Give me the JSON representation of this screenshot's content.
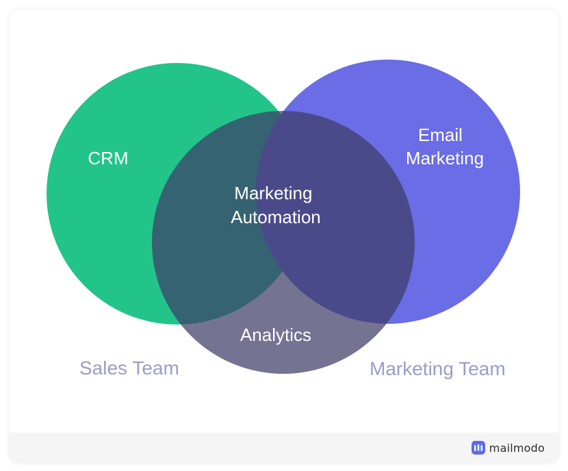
{
  "diagram": {
    "circles": [
      {
        "id": "crm",
        "label": "CRM",
        "color": "#22c48a"
      },
      {
        "id": "email",
        "label_lines": [
          "Email",
          "Marketing"
        ],
        "color": "#6a6de6"
      },
      {
        "id": "analytics",
        "label": "Analytics",
        "color": "#3e3d68"
      }
    ],
    "center_label_lines": [
      "Marketing",
      "Automation"
    ],
    "teams": {
      "left": "Sales Team",
      "right": "Marketing Team",
      "color": "#9a9ccc"
    }
  },
  "footer": {
    "brand_name": "mailmodo",
    "logo_icon": "mailmodo-logo-icon",
    "logo_color": "#5b6cf0"
  }
}
